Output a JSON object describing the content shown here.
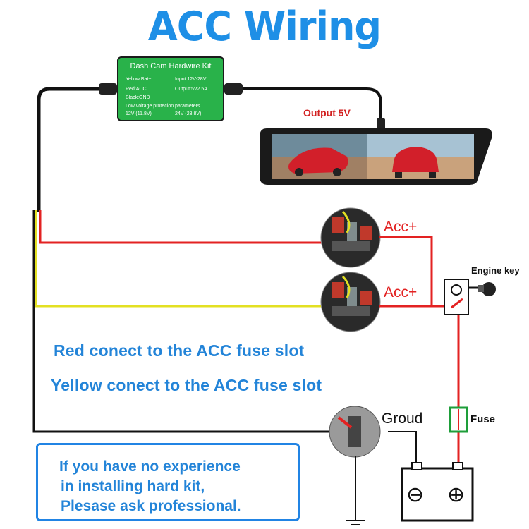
{
  "title": "ACC Wiring",
  "module": {
    "name": "Dash Cam Hardwire Kit",
    "yellow": "Yellow:Bat+",
    "red": "Red:ACC",
    "black": "Black:GND",
    "input": "Input:12V-28V",
    "output": "Output:5V2.5A",
    "low_voltage": "Low voltage protecion parameters",
    "v12": "12V (11.8V)",
    "v24": "24V (23.8V)"
  },
  "output_label": "Output 5V",
  "acc_top": "Acc+",
  "acc_bottom": "Acc+",
  "engine_key": "Engine key",
  "ground_label": "Groud",
  "fuse_label": "Fuse",
  "notes": {
    "red": "Red conect to the ACC fuse slot",
    "yellow": "Yellow conect to the ACC fuse slot"
  },
  "warning": {
    "line1": "If you have no experience",
    "line2": "in installing hard kit,",
    "line3": "Plesase ask professional."
  },
  "battery": {
    "neg": "⊖",
    "pos": "⊕"
  },
  "colors": {
    "title": "#1e8fe6",
    "red_wire": "#e32222",
    "yellow_wire": "#e3e022",
    "black_wire": "#111111",
    "module_green": "#29b24a",
    "note_blue": "#2384d8"
  }
}
